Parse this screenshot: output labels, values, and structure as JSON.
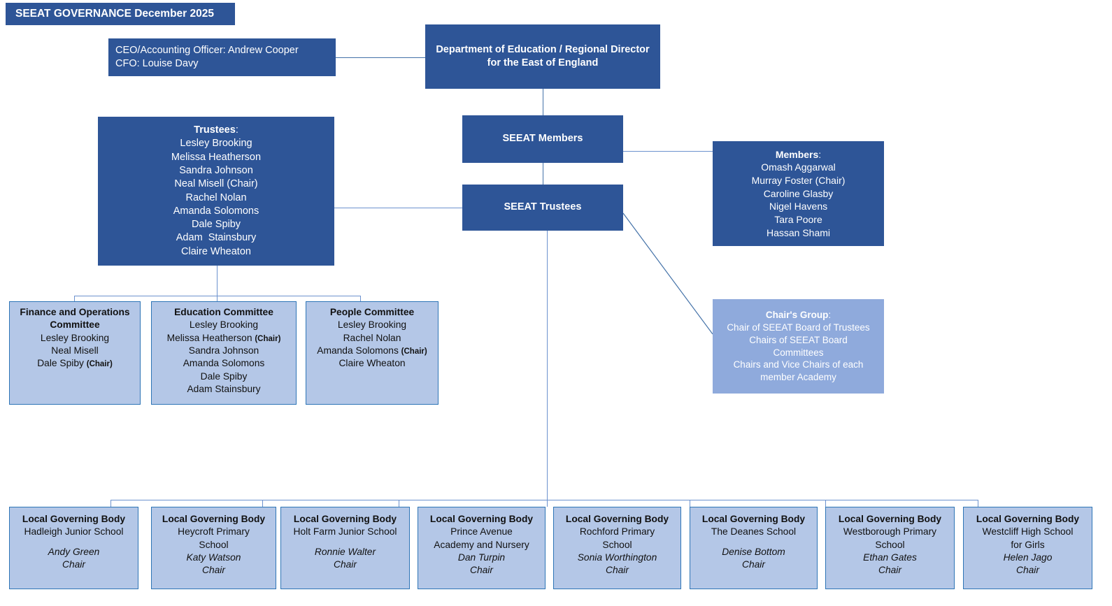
{
  "colors": {
    "dark_blue": "#2E5597",
    "light_blue": "#B4C7E7",
    "chair_group_blue": "#8FAADC",
    "connector_blue": "#4472A8",
    "border_blue": "#2E75B6"
  },
  "title_banner": {
    "text": "SEEAT GOVERNANCE December 2025"
  },
  "executive_box": {
    "lines": [
      "CEO/Accounting Officer: Andrew Cooper",
      "CFO: Louise Davy"
    ]
  },
  "dfe_box": {
    "lines": [
      "Department of Education / Regional Director",
      "for the East of England"
    ]
  },
  "seeat_members_box": {
    "label": "SEEAT Members"
  },
  "seeat_trustees_box": {
    "label": "SEEAT Trustees"
  },
  "members_box": {
    "heading": "Members",
    "heading_suffix": ":",
    "names": [
      "Omash Aggarwal",
      "Murray Foster (Chair)",
      "Caroline Glasby",
      "Nigel Havens",
      "Tara Poore",
      "Hassan Shami"
    ]
  },
  "trustees_box": {
    "heading": "Trustees",
    "heading_suffix": ":",
    "names": [
      "Lesley Brooking",
      "Melissa Heatherson",
      "Sandra Johnson",
      "Neal Misell (Chair)",
      "Rachel Nolan",
      "Amanda Solomons",
      "Dale Spiby",
      "Adam  Stainsbury",
      "Claire Wheaton"
    ]
  },
  "chairs_group_box": {
    "heading": "Chair's Group",
    "heading_suffix": ":",
    "lines": [
      "Chair of SEEAT Board of Trustees",
      "Chairs of SEEAT Board",
      "Committees",
      "Chairs and Vice Chairs of each",
      "member Academy"
    ]
  },
  "committees": [
    {
      "title_lines": [
        "Finance and Operations",
        "Committee"
      ],
      "members": [
        {
          "name": "Lesley Brooking",
          "role": ""
        },
        {
          "name": "Neal Misell",
          "role": ""
        },
        {
          "name": "Dale Spiby ",
          "role": "(Chair)"
        }
      ]
    },
    {
      "title_lines": [
        "Education Committee"
      ],
      "members": [
        {
          "name": "Lesley Brooking",
          "role": ""
        },
        {
          "name": "Melissa Heatherson ",
          "role": "(Chair)"
        },
        {
          "name": "Sandra Johnson",
          "role": ""
        },
        {
          "name": "Amanda Solomons",
          "role": ""
        },
        {
          "name": "Dale Spiby",
          "role": ""
        },
        {
          "name": "Adam Stainsbury",
          "role": ""
        }
      ]
    },
    {
      "title_lines": [
        "People Committee"
      ],
      "members": [
        {
          "name": "Lesley Brooking",
          "role": ""
        },
        {
          "name": "Rachel Nolan",
          "role": ""
        },
        {
          "name": "Amanda Solomons ",
          "role": "(Chair)"
        },
        {
          "name": "Claire Wheaton",
          "role": ""
        }
      ]
    }
  ],
  "local_governing_bodies": [
    {
      "heading": "Local Governing Body",
      "school_lines": [
        "Hadleigh Junior School",
        ""
      ],
      "chair_name": "Andy Green",
      "chair_role": "Chair"
    },
    {
      "heading": "Local Governing Body",
      "school_lines": [
        "Heycroft Primary",
        "School"
      ],
      "chair_name": "Katy Watson",
      "chair_role": "Chair"
    },
    {
      "heading": "Local Governing Body",
      "school_lines": [
        "Holt Farm Junior School",
        ""
      ],
      "chair_name": "Ronnie Walter",
      "chair_role": "Chair"
    },
    {
      "heading": "Local Governing Body",
      "school_lines": [
        "Prince Avenue",
        "Academy and Nursery"
      ],
      "chair_name": "Dan Turpin",
      "chair_role": "Chair"
    },
    {
      "heading": "Local Governing Body",
      "school_lines": [
        "Rochford Primary",
        "School"
      ],
      "chair_name": "Sonia Worthington",
      "chair_role": "Chair"
    },
    {
      "heading": "Local Governing Body",
      "school_lines": [
        "The Deanes School",
        ""
      ],
      "chair_name": "Denise Bottom",
      "chair_role": "Chair"
    },
    {
      "heading": "Local Governing Body",
      "school_lines": [
        "Westborough Primary",
        "School"
      ],
      "chair_name": "Ethan Gates",
      "chair_role": "Chair"
    },
    {
      "heading": "Local Governing Body",
      "school_lines": [
        "Westcliff High School",
        "for Girls"
      ],
      "chair_name": "Helen Jago",
      "chair_role": "Chair"
    }
  ]
}
